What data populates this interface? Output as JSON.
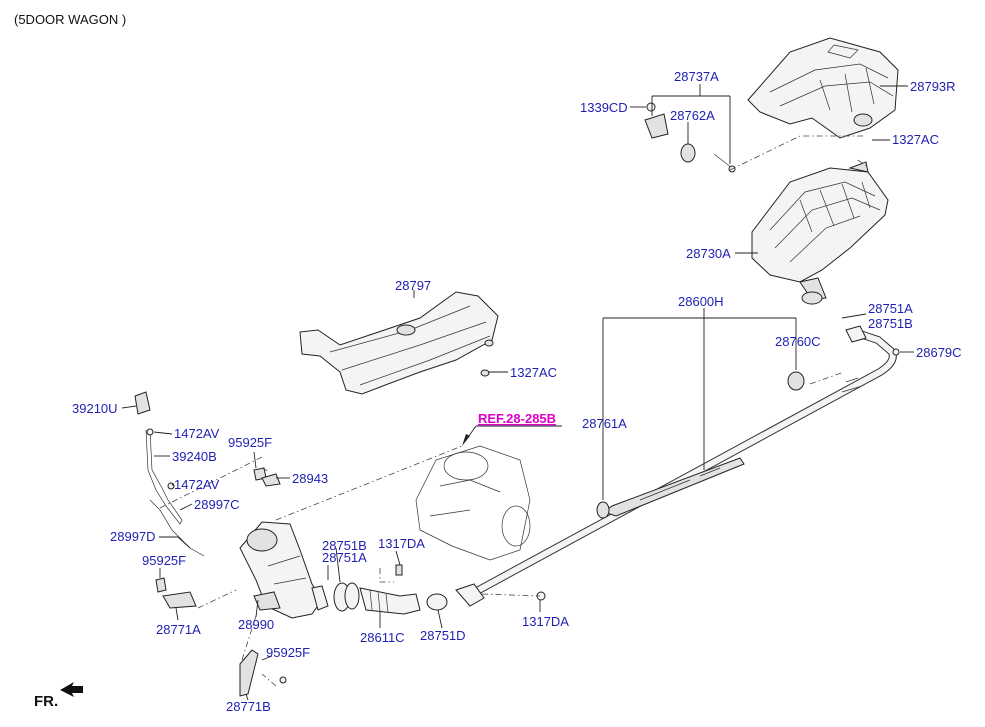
{
  "diagram": {
    "header": "(5DOOR WAGON )",
    "front_marker": "FR.",
    "reference": "REF.28-285B",
    "labels": {
      "l_28737A": "28737A",
      "l_28793R": "28793R",
      "l_1339CD": "1339CD",
      "l_28762A": "28762A",
      "l_1327AC_top": "1327AC",
      "l_28730A": "28730A",
      "l_28600H": "28600H",
      "l_28751A_r": "28751A",
      "l_28751B_r": "28751B",
      "l_28797": "28797",
      "l_28760C": "28760C",
      "l_28679C": "28679C",
      "l_1327AC_mid": "1327AC",
      "l_39210U": "39210U",
      "l_1472AV_a": "1472AV",
      "l_28761A": "28761A",
      "l_95925F_a": "95925F",
      "l_39240B": "39240B",
      "l_28943": "28943",
      "l_1472AV_b": "1472AV",
      "l_28997C": "28997C",
      "l_28997D": "28997D",
      "l_28751B_c": "28751B",
      "l_1317DA_a": "1317DA",
      "l_28751A_c": "28751A",
      "l_95925F_b": "95925F",
      "l_28771A": "28771A",
      "l_28990": "28990",
      "l_28611C": "28611C",
      "l_28751D": "28751D",
      "l_1317DA_b": "1317DA",
      "l_95925F_c": "95925F",
      "l_28771B": "28771B"
    }
  }
}
